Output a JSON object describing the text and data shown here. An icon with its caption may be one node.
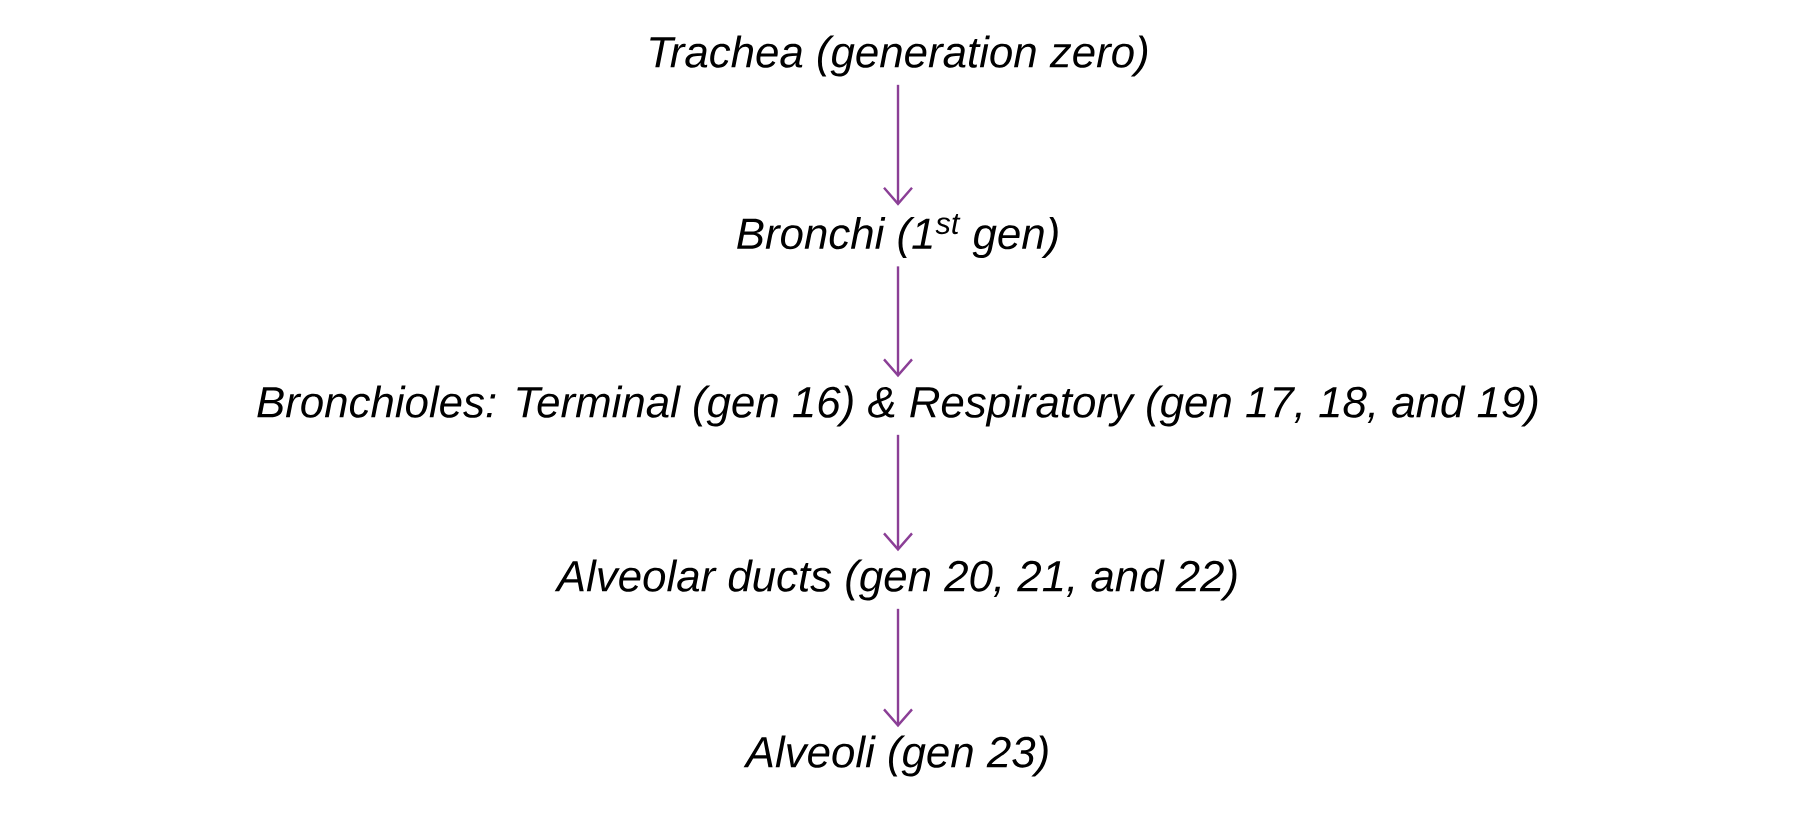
{
  "diagram": {
    "nodes": [
      {
        "text": [
          "Trachea (generation zero)"
        ]
      },
      {
        "text": [
          "Bronchi (1$^{st}$ gen)"
        ]
      },
      {
        "text": [
          "Bronchioles: Terminal (gen 16) & Respiratory (gen 17, 18, and 19)"
        ]
      },
      {
        "text": [
          "Alveolar ducts (gen 20, 21, and 22)"
        ]
      },
      {
        "text": [
          "Alveoli (gen 23)"
        ]
      }
    ],
    "edges": [
      {
        "from": 0,
        "to": 1,
        "arrow": "to",
        "color": "#8b3f96"
      },
      {
        "from": 1,
        "to": 2,
        "arrow": "to",
        "color": "#8b3f96"
      },
      {
        "from": 2,
        "to": 3,
        "arrow": "to",
        "color": "#8b3f96"
      },
      {
        "from": 3,
        "to": 4,
        "arrow": "to",
        "color": "#8b3f96"
      }
    ]
  }
}
